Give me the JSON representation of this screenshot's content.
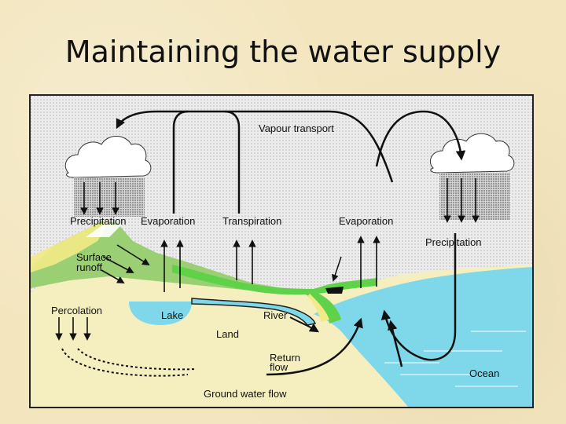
{
  "title": "Maintaining the water supply",
  "labels": {
    "vapour_transport": "Vapour transport",
    "precipitation_left": "Precipitation",
    "evaporation_left": "Evaporation",
    "transpiration": "Transpiration",
    "evaporation_right": "Evaporation",
    "precipitation_right": "Precipitation",
    "surface_runoff_1": "Surface",
    "surface_runoff_2": "runoff",
    "percolation": "Percolation",
    "lake": "Lake",
    "river": "River",
    "land": "Land",
    "return_flow_1": "Return",
    "return_flow_2": "flow",
    "ocean": "Ocean",
    "ground_water_flow": "Ground water flow"
  },
  "colors": {
    "background": "#f3e6bf",
    "sky": "#e9e9e9",
    "ground": "#f5efc0",
    "water": "#7fd8ea",
    "vegetation": "#5fd24a",
    "hill_green": "#9bcf73"
  }
}
